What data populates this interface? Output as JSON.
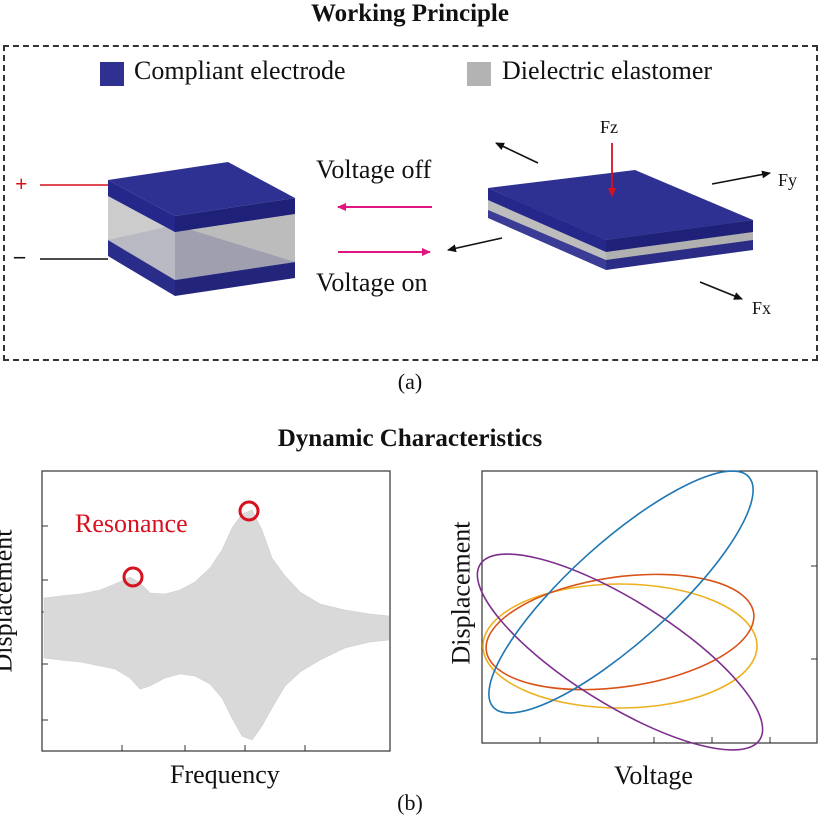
{
  "panel_a": {
    "title": "Working Principle",
    "caption": "(a)",
    "legend": [
      {
        "label": "Compliant electrode",
        "color": "#2e3192"
      },
      {
        "label": "Dielectric elastomer",
        "color": "#b3b3b3"
      }
    ],
    "polarity": {
      "plus": "+",
      "minus": "–"
    },
    "arrow_labels": {
      "off": "Voltage off",
      "on": "Voltage on"
    },
    "forces": {
      "fz": "Fz",
      "fy": "Fy",
      "fx": "Fx"
    },
    "colors": {
      "electrode": "#2e3192",
      "elastomer": "#c7c7c7",
      "voltage_arrow": "#e0157f",
      "force_arrow": "#d6121f"
    }
  },
  "panel_b": {
    "title": "Dynamic Characteristics",
    "caption": "(b)",
    "left_plot": {
      "xlabel": "Frequency",
      "ylabel": "Displacement",
      "annotation": "Resonance",
      "fill_color": "#d9d9d9",
      "marker_color": "#d6121f"
    },
    "right_plot": {
      "xlabel": "Voltage",
      "ylabel": "Displacement",
      "loop_colors": [
        "#1f77b4",
        "#d95319",
        "#edb120",
        "#7e2f8e"
      ]
    }
  }
}
